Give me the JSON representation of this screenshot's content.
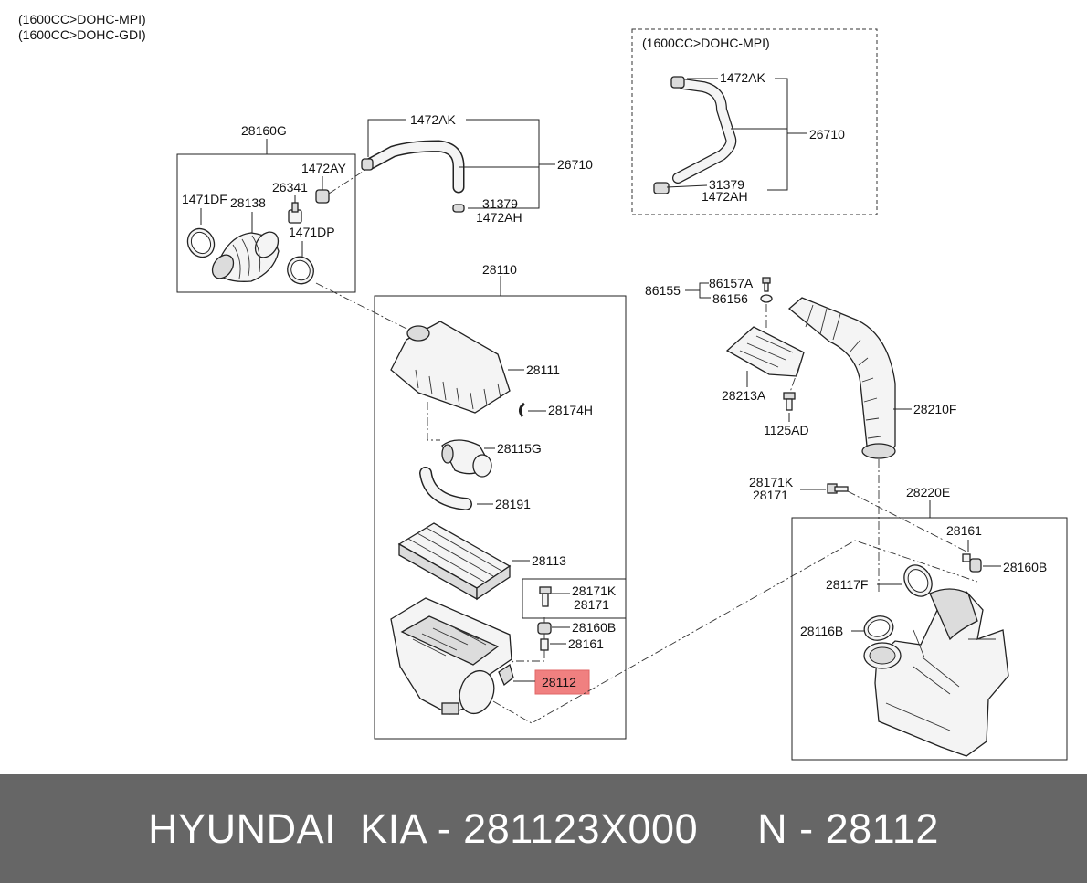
{
  "header": {
    "variant_1": "(1600CC>DOHC-MPI)",
    "variant_2": "(1600CC>DOHC-GDI)"
  },
  "inset": {
    "title": "(1600CC>DOHC-MPI)",
    "labels": [
      "1472AK",
      "26710",
      "31379",
      "1472AH"
    ]
  },
  "parts": {
    "p28160G": "28160G",
    "p1472AY": "1472AY",
    "p26341": "26341",
    "p1471DF": "1471DF",
    "p28138": "28138",
    "p1471DP": "1471DP",
    "p1472AK": "1472AK",
    "p26710": "26710",
    "p31379": "31379",
    "p1472AH": "1472AH",
    "p28110": "28110",
    "p28111": "28111",
    "p28174H": "28174H",
    "p28115G": "28115G",
    "p28191": "28191",
    "p28113": "28113",
    "p28171K": "28171K",
    "p28171": "28171",
    "p28160B": "28160B",
    "p28161": "28161",
    "p28112": "28112",
    "p86155": "86155",
    "p86157A": "86157A",
    "p86156": "86156",
    "p28213A": "28213A",
    "p1125AD": "1125AD",
    "p28210F": "28210F",
    "p28171K_r": "28171K",
    "p28171_r": "28171",
    "p28220E": "28220E",
    "p28161_r": "28161",
    "p28160B_r": "28160B",
    "p28117F": "28117F",
    "p28116B": "28116B"
  },
  "highlight": {
    "part": "28112",
    "color": "#f08080"
  },
  "footer": {
    "text": "HYUNDAI  KIA - 281123X000     N - 28112",
    "background": "#666666",
    "color": "#ffffff"
  }
}
